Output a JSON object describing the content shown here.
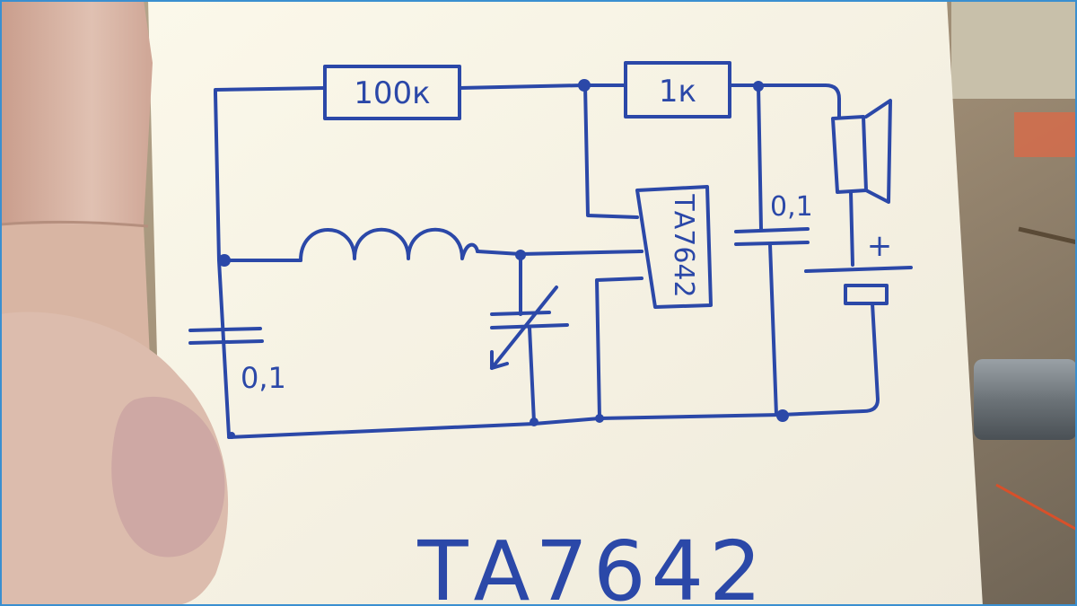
{
  "diagram": {
    "resistors": [
      {
        "id": "r1",
        "label": "100к"
      },
      {
        "id": "r2",
        "label": "1к"
      }
    ],
    "capacitors": [
      {
        "id": "c1",
        "label": "0,1"
      },
      {
        "id": "c2",
        "label": "0,1"
      }
    ],
    "chip": {
      "label": "ТА7642"
    },
    "battery": {
      "polarity_label": "+"
    },
    "caption": "ТА7642"
  },
  "colors": {
    "ink": "#2b48a8",
    "paper": "#f5f2e3",
    "background": "#8a7a66",
    "skin": "#d9b9a8"
  },
  "icons": [
    "speaker-icon",
    "variable-capacitor-icon",
    "inductor-icon",
    "battery-icon"
  ]
}
